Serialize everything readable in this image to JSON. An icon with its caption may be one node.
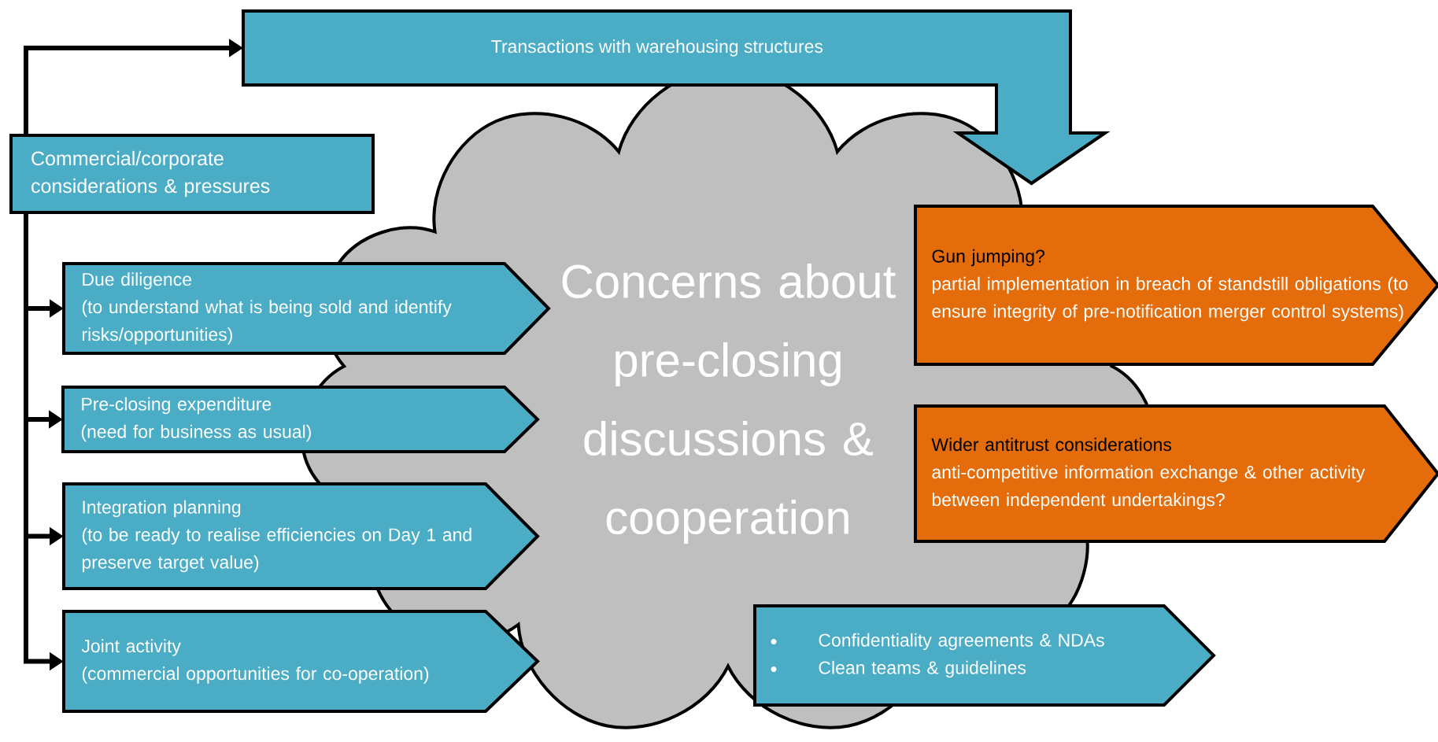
{
  "diagram": {
    "nodes": [
      {
        "text": [
          "Transactions with warehousing structures"
        ]
      },
      {
        "text": [
          "Commercial/corporate considerations & pressures"
        ]
      },
      {
        "text": [
          "Due diligence",
          "(to understand what is being sold and identify risks/opportunities)"
        ]
      },
      {
        "text": [
          "Pre-closing expenditure",
          "(need for business as usual)"
        ]
      },
      {
        "text": [
          "Integration planning",
          "(to be ready to realise efficiencies on Day 1 and preserve target value)"
        ]
      },
      {
        "text": [
          "Joint activity",
          "(commercial opportunities for co-operation)"
        ]
      },
      {
        "text": [
          "Concerns about pre-closing discussions & cooperation"
        ]
      },
      {
        "text": [
          "Gun jumping?",
          "partial implementation in breach of standstill obligations (to ensure integrity of pre-notification merger control systems)"
        ]
      },
      {
        "text": [
          "Wider antitrust considerations",
          "anti-competitive information exchange & other activity between independent undertakings?"
        ]
      },
      {
        "text": [
          "Confidentiality agreements & NDAs",
          "Clean teams & guidelines"
        ]
      }
    ],
    "edges": [
      {
        "from": 1,
        "to": 0,
        "arrow": "to"
      },
      {
        "from": 1,
        "to": 2,
        "arrow": "to"
      },
      {
        "from": 1,
        "to": 3,
        "arrow": "to"
      },
      {
        "from": 1,
        "to": 4,
        "arrow": "to"
      },
      {
        "from": 1,
        "to": 5,
        "arrow": "to"
      }
    ]
  }
}
